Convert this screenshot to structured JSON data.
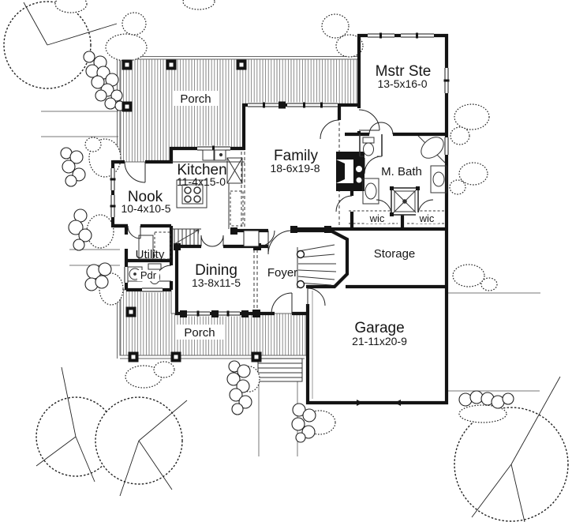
{
  "plan": {
    "rooms": {
      "mstr_ste": {
        "name": "Mstr Ste",
        "dims": "13-5x16-0"
      },
      "family": {
        "name": "Family",
        "dims": "18-6x19-8"
      },
      "kitchen": {
        "name": "Kitchen",
        "dims": "11-4x15-0"
      },
      "nook": {
        "name": "Nook",
        "dims": "10-4x10-5"
      },
      "dining": {
        "name": "Dining",
        "dims": "13-8x11-5"
      },
      "garage": {
        "name": "Garage",
        "dims": "21-11x20-9"
      },
      "m_bath": {
        "name": "M. Bath"
      },
      "foyer": {
        "name": "Foyer"
      },
      "storage": {
        "name": "Storage"
      },
      "utility": {
        "name": "Utility"
      },
      "pdr": {
        "name": "Pdr"
      },
      "wic_left": {
        "name": "wic"
      },
      "wic_right": {
        "name": "wic"
      },
      "porch_top": {
        "name": "Porch"
      },
      "porch_bottom": {
        "name": "Porch"
      }
    },
    "colors": {
      "ink": "#161616",
      "hatch": "#7f7f7f",
      "background": "#ffffff"
    }
  }
}
